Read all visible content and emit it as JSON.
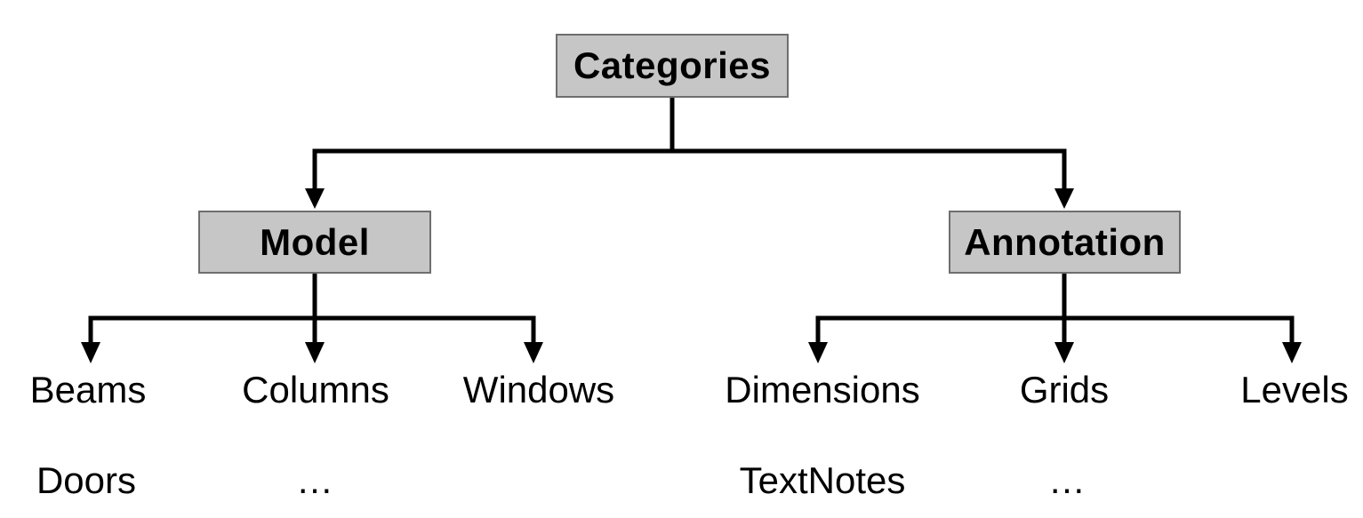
{
  "diagram": {
    "root_label": "Categories",
    "branches": [
      {
        "label": "Model",
        "children": [
          "Beams",
          "Columns",
          "Windows"
        ],
        "additional": [
          "Doors",
          "…"
        ]
      },
      {
        "label": "Annotation",
        "children": [
          "Dimensions",
          "Grids",
          "Levels"
        ],
        "additional": [
          "TextNotes",
          "…"
        ]
      }
    ],
    "colors": {
      "node_fill": "#c6c6c6",
      "node_border": "#6e6e6e",
      "connector": "#000000",
      "text": "#000000",
      "background": "#ffffff"
    }
  }
}
